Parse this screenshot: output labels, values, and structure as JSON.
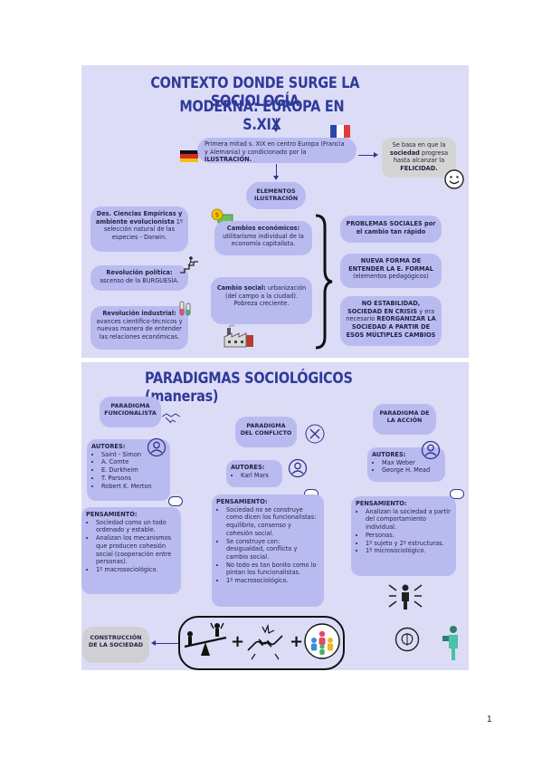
{
  "slide1": {
    "title_line1": "CONTEXTO DONDE SURGE LA SOCIOLOGÍA",
    "title_line2": "MODERNA: EUROPA EN S.XIX",
    "context_text_a": "Primera mitad s. XIX en centro Europa (Francia y Alemania) y condicionado por la ",
    "context_text_b": "ILUSTRACIÓN.",
    "felicity_text_a": "Se basa en que la ",
    "felicity_text_b": "sociedad",
    "felicity_text_c": " progresa hasta alcanzar la ",
    "felicity_text_d": "FELICIDAD.",
    "elements_label": "ELEMENTOS ILUSTRACIÓN",
    "sciences_bold": "Des. Ciencias Empíricas y ambiente evolucionista",
    "sciences_text": " 1º selección natural de las especies - Darwin.",
    "political_bold": "Revolución política:",
    "political_text": "ascenso de la BURGUESÍA.",
    "industrial_bold": "Revolución industrial:",
    "industrial_text": "avances científico-técnicos y nuevas manera de entender las relaciones económicas.",
    "economic_bold": "Cambios económicos:",
    "economic_text": "utilitarismo individual de la economía capitalista.",
    "social_bold": "Cambio social:",
    "social_text": " urbanización (del campo a la ciudad). Pobreza creciente.",
    "problems_text": "PROBLEMAS SOCIALES por el cambio tan rápido",
    "new_form_bold": "NUEVA FORMA DE ENTENDER LA E. FORMAL",
    "new_form_text": "(elementos pedagógicos)",
    "instability_a": "NO ESTABILIDAD, SOCIEDAD EN CRISIS",
    "instability_b": " y era necesario ",
    "instability_c": "REORGANIZAR LA SOCIEDAD A PARTIR DE ESOS MÚLTIPLES CAMBIOS"
  },
  "slide2": {
    "title": "PARADIGMAS SOCIOLÓGICOS (maneras)",
    "functionalist": {
      "label": "PARADIGMA FUNCIONALISTA",
      "authors_label": "AUTORES:",
      "authors": [
        "Saint - Simon",
        "A. Comte",
        "E. Durkheim",
        "T. Parsons",
        "Robert K. Merton"
      ],
      "thought_label": "PENSAMIENTO:",
      "thoughts": [
        "Sociedad como un todo ordenado y estable.",
        "Analizan los mecanismos que producen cohesión social (cooperación entre personas).",
        "1º macrosociológico."
      ]
    },
    "conflict": {
      "label": "PARADIGMA DEL CONFLICTO",
      "authors_label": "AUTORES:",
      "authors": [
        "Karl Marx"
      ],
      "thought_label": "PENSAMIENTO:",
      "thoughts": [
        "Sociedad no se construye como dicen los funcionalistas: equilibrio, consenso y cohesión social.",
        "Se construye con: desigualdad, conflicto y cambio social.",
        "No todo es tan bonito como lo pintan los funcionalistas.",
        "1º macrosociológico."
      ]
    },
    "action": {
      "label": "PARADIGMA DE LA ACCIÓN",
      "authors_label": "AUTORES:",
      "authors": [
        "Max Weber",
        "George H. Mead"
      ],
      "thought_label": "PENSAMIENTO:",
      "thoughts": [
        "Analizan la sociedad a partir del comportamiento individual.",
        "Personas.",
        "1º sujeto y 2º estructuras.",
        "1º microsociológico."
      ]
    },
    "construction_label": "CONSTRUCCIÓN DE LA SOCIEDAD",
    "plus1": "+",
    "plus2": "+"
  },
  "page_number": "1",
  "colors": {
    "panel": "#dcdcf7",
    "box": "#b9bbf0",
    "title": "#2f3a9a",
    "ink": "#1f2240"
  }
}
